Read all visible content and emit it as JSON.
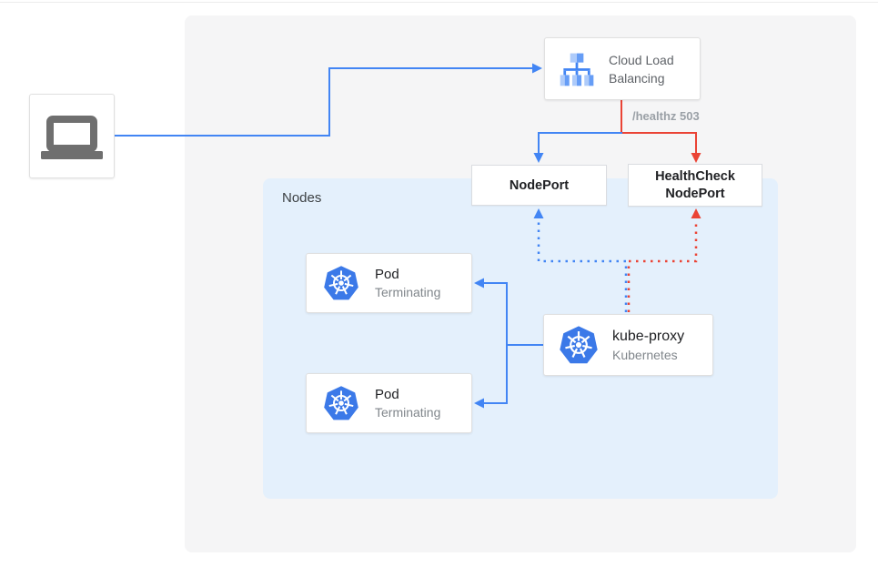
{
  "colors": {
    "blue": "#4285F4",
    "red": "#EA4335",
    "panel_bg": "#F5F5F6",
    "nodes_bg": "#E4F0FC",
    "card_border": "#E0E0E0",
    "port_border": "#DADCE0",
    "text_dark": "#202124",
    "text_gray": "#80868B",
    "k8s_blue": "#3B79E8",
    "laptop_gray": "#6F6F6F"
  },
  "client": {
    "icon": "laptop-icon"
  },
  "clb": {
    "title": "Cloud Load Balancing",
    "icon": "load-balancer-icon"
  },
  "edge_labels": {
    "healthz": "/healthz 503"
  },
  "nodes_group": {
    "title": "Nodes"
  },
  "nodeport": {
    "label": "NodePort"
  },
  "healthcheck_nodeport": {
    "label": "HealthCheck NodePort"
  },
  "pods": [
    {
      "title": "Pod",
      "status": "Terminating"
    },
    {
      "title": "Pod",
      "status": "Terminating"
    }
  ],
  "kube_proxy": {
    "title": "kube-proxy",
    "subtitle": "Kubernetes"
  }
}
